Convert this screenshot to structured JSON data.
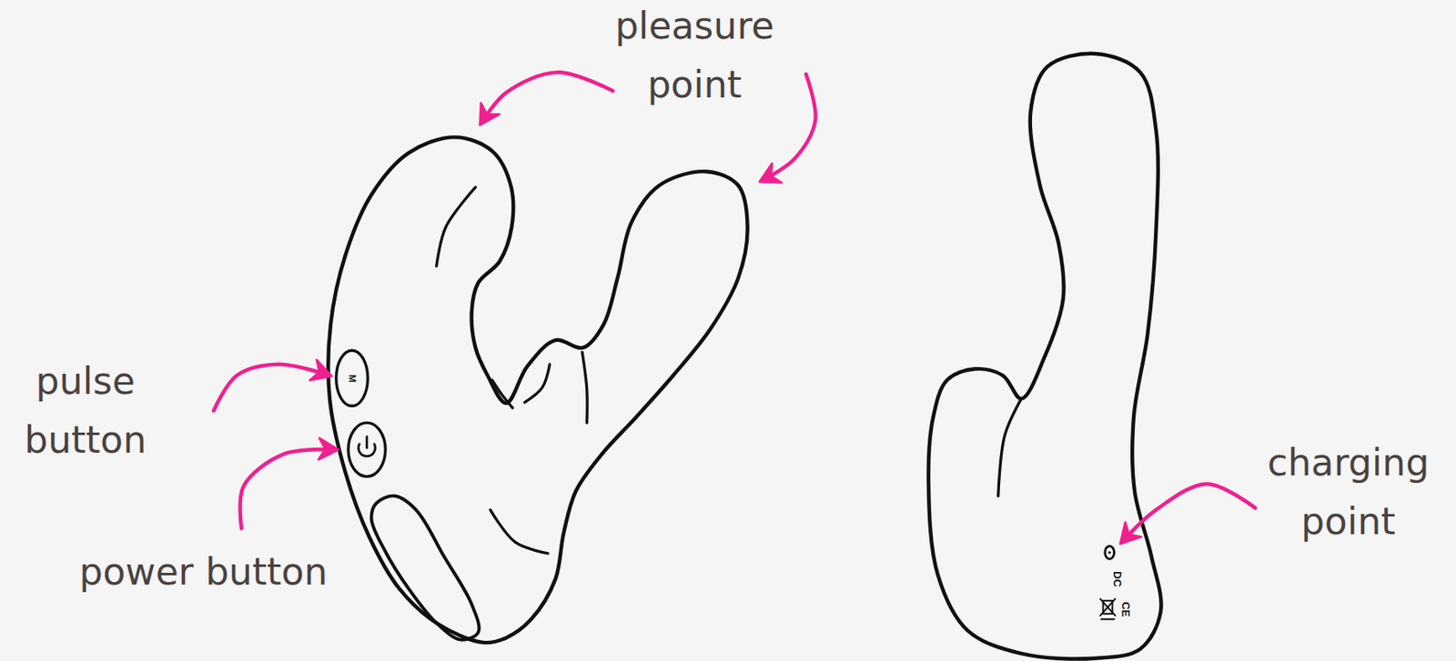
{
  "diagram": {
    "labels": [
      "pleasure point",
      "pulse button",
      "power button",
      "charging point",
      "M",
      "DC",
      "CE"
    ]
  }
}
